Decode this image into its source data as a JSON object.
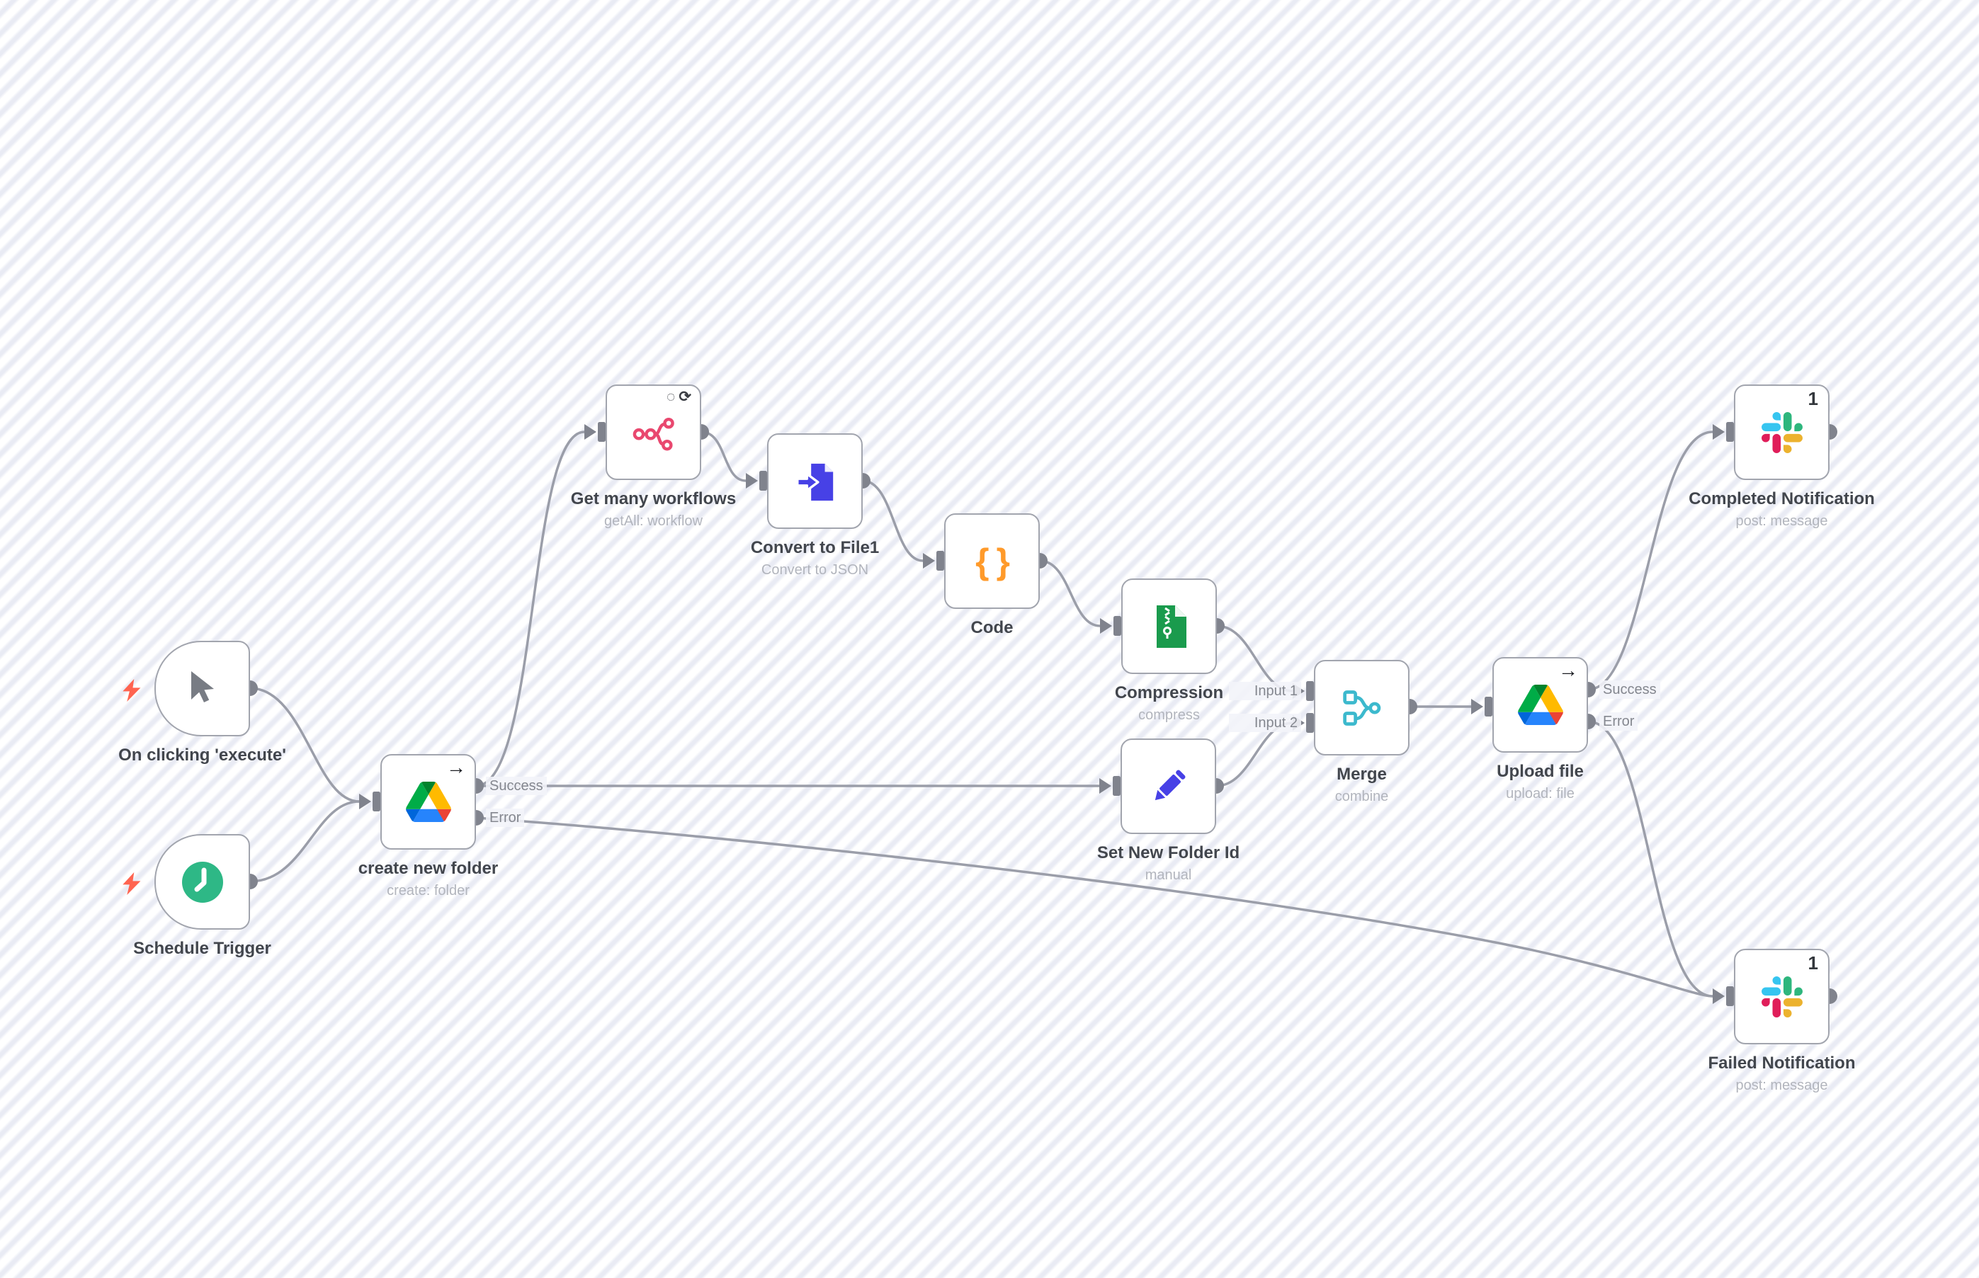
{
  "app": "n8n-workflow-canvas",
  "workflow": {
    "nodes": [
      {
        "label": "On clicking 'execute'",
        "sublabel": "",
        "kind": "manual-trigger"
      },
      {
        "label": "Schedule Trigger",
        "sublabel": "",
        "kind": "schedule-trigger"
      },
      {
        "label": "create new folder",
        "sublabel": "create: folder",
        "kind": "google-drive",
        "outputs": [
          "Success",
          "Error"
        ]
      },
      {
        "label": "Get many workflows",
        "sublabel": "getAll: workflow",
        "kind": "n8n"
      },
      {
        "label": "Convert to File1",
        "sublabel": "Convert to JSON",
        "kind": "convert-to-file"
      },
      {
        "label": "Code",
        "sublabel": "",
        "kind": "code"
      },
      {
        "label": "Compression",
        "sublabel": "compress",
        "kind": "compression"
      },
      {
        "label": "Set New Folder Id",
        "sublabel": "manual",
        "kind": "set"
      },
      {
        "label": "Merge",
        "sublabel": "combine",
        "kind": "merge",
        "inputs": [
          "Input 1",
          "Input 2"
        ]
      },
      {
        "label": "Upload file",
        "sublabel": "upload: file",
        "kind": "google-drive",
        "outputs": [
          "Success",
          "Error"
        ]
      },
      {
        "label": "Completed Notification",
        "sublabel": "post: message",
        "kind": "slack",
        "items_count": "1"
      },
      {
        "label": "Failed Notification",
        "sublabel": "post: message",
        "kind": "slack",
        "items_count": "1"
      }
    ]
  },
  "icons": {
    "corner_arrow": "→",
    "loop_glyph": "◌",
    "retry_glyph": "⟳",
    "braces_glyph": "{ }"
  },
  "colors": {
    "edge": "#9b9ea9",
    "connector": "#80838d",
    "node_border": "#a2a5ae",
    "trigger_bolt": "#ff6450",
    "n8n_pink": "#e9486f",
    "code_orange": "#ff9a2a",
    "convert_blue": "#4741e6",
    "compression_green": "#1a9b4d",
    "set_blue": "#4741e6",
    "merge_teal": "#3cb9cd",
    "schedule_green": "#2eb886",
    "slack_blue": "#36c5f0",
    "slack_green": "#2eb67d",
    "slack_yellow": "#ecb22e",
    "slack_red": "#e01e5a",
    "drive_blue": "#2684fc",
    "drive_green": "#00ac47",
    "drive_yellow": "#ffba00"
  }
}
